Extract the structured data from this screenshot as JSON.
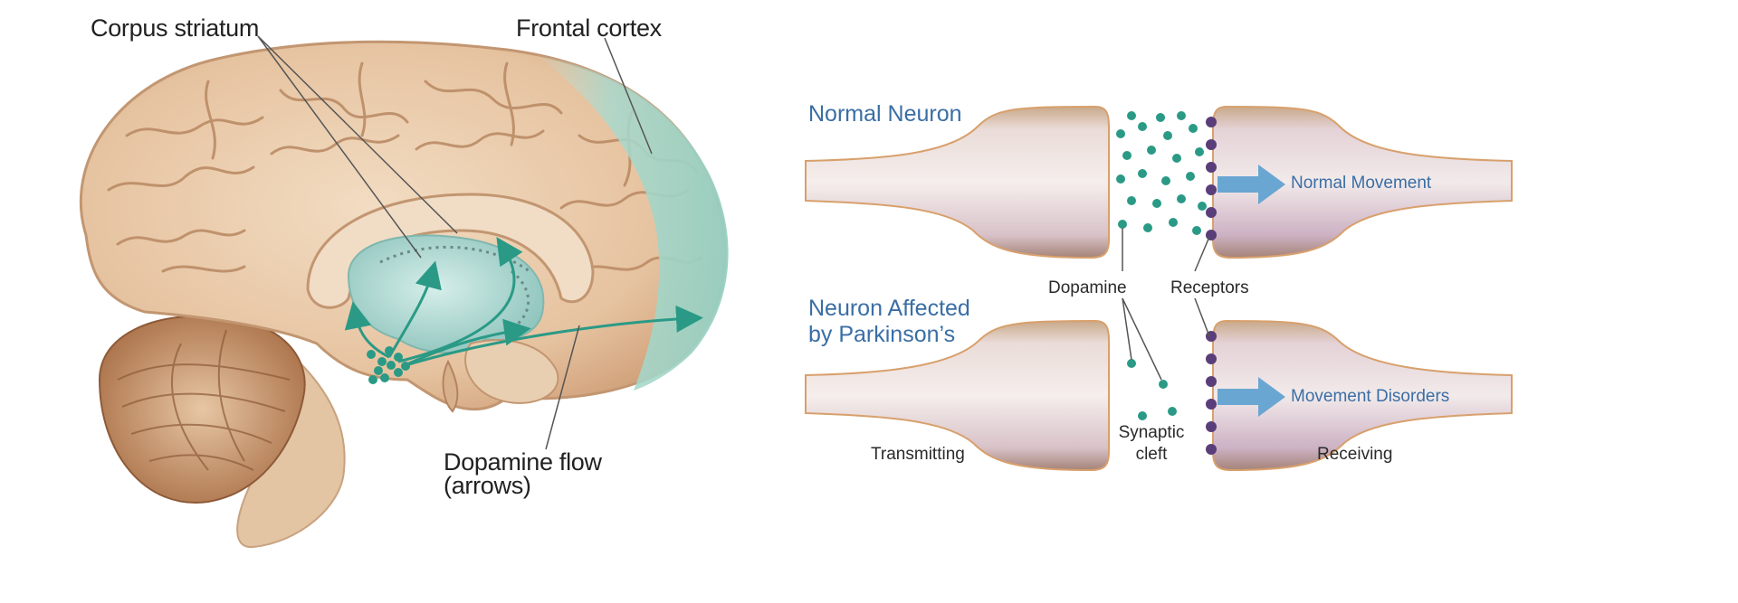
{
  "brain": {
    "labels": {
      "corpus_striatum": "Corpus striatum",
      "frontal_cortex": "Frontal cortex",
      "dopamine_flow_line1": "Dopamine flow",
      "dopamine_flow_line2": "(arrows)"
    }
  },
  "synapse": {
    "normal_title": "Normal  Neuron",
    "affected_title_line1": "Neuron Affected",
    "affected_title_line2": "by Parkinson’s",
    "normal_result": "Normal Movement",
    "affected_result": "Movement Disorders",
    "dopamine": "Dopamine",
    "receptors": "Receptors",
    "cleft_line1": "Synaptic",
    "cleft_line2": "cleft",
    "transmitting": "Transmitting",
    "receiving": "Receiving"
  },
  "colors": {
    "brain_fill": "#e8c9a6",
    "brain_fold": "#b98b66",
    "striatum": "#b7dcd6",
    "dopamine": "#2a9a86",
    "neuron": "#e0cbc4",
    "receptor": "#5a3e7a",
    "title_blue": "#3a6ea5",
    "arrow_blue": "#6aa6d2"
  }
}
